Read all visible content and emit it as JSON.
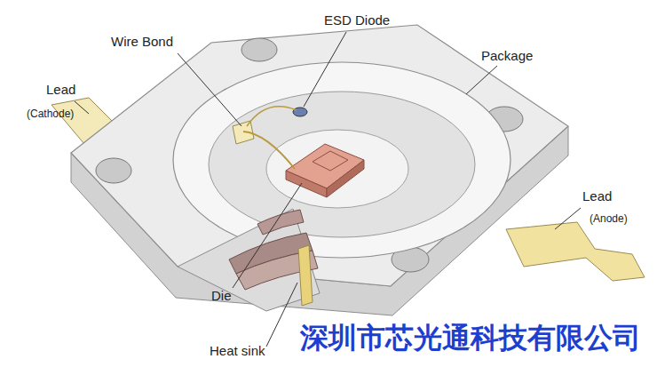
{
  "diagram": {
    "labels": [
      "ESD Diode",
      "Wire Bond",
      "Package",
      "Lead",
      "(Cathode)",
      "Lead",
      "(Anode)",
      "Die",
      "Heat sink",
      "深圳市芯光通科技有限公司"
    ]
  }
}
